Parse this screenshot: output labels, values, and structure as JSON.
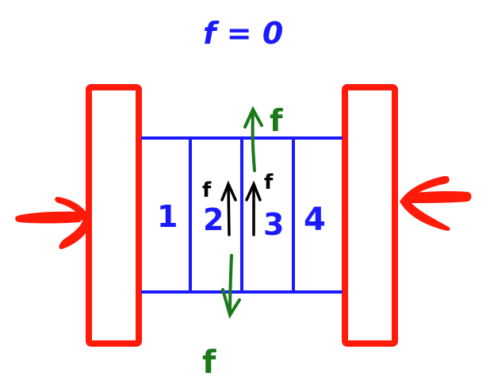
{
  "title": {
    "text": "f = 0",
    "color": "#1a1aff"
  },
  "colors": {
    "plate": "#ff1a0a",
    "blocks": "#1a1aff",
    "external_force": "#1a7a1a",
    "internal_force": "#000000",
    "label": "#1a1aff"
  },
  "plates": [
    {
      "name": "left-plate",
      "push_direction": "right"
    },
    {
      "name": "right-plate",
      "push_direction": "left"
    }
  ],
  "blocks": [
    {
      "label": "1"
    },
    {
      "label": "2"
    },
    {
      "label": "3"
    },
    {
      "label": "4"
    }
  ],
  "forces": {
    "external_up": {
      "label": "f",
      "direction": "up",
      "color": "#1a7a1a"
    },
    "external_down": {
      "label": "f",
      "direction": "down",
      "color": "#1a7a1a"
    },
    "internal_on_2": {
      "label": "f",
      "direction": "up",
      "color": "#000000"
    },
    "internal_on_3": {
      "label": "f",
      "direction": "up",
      "color": "#000000"
    }
  }
}
